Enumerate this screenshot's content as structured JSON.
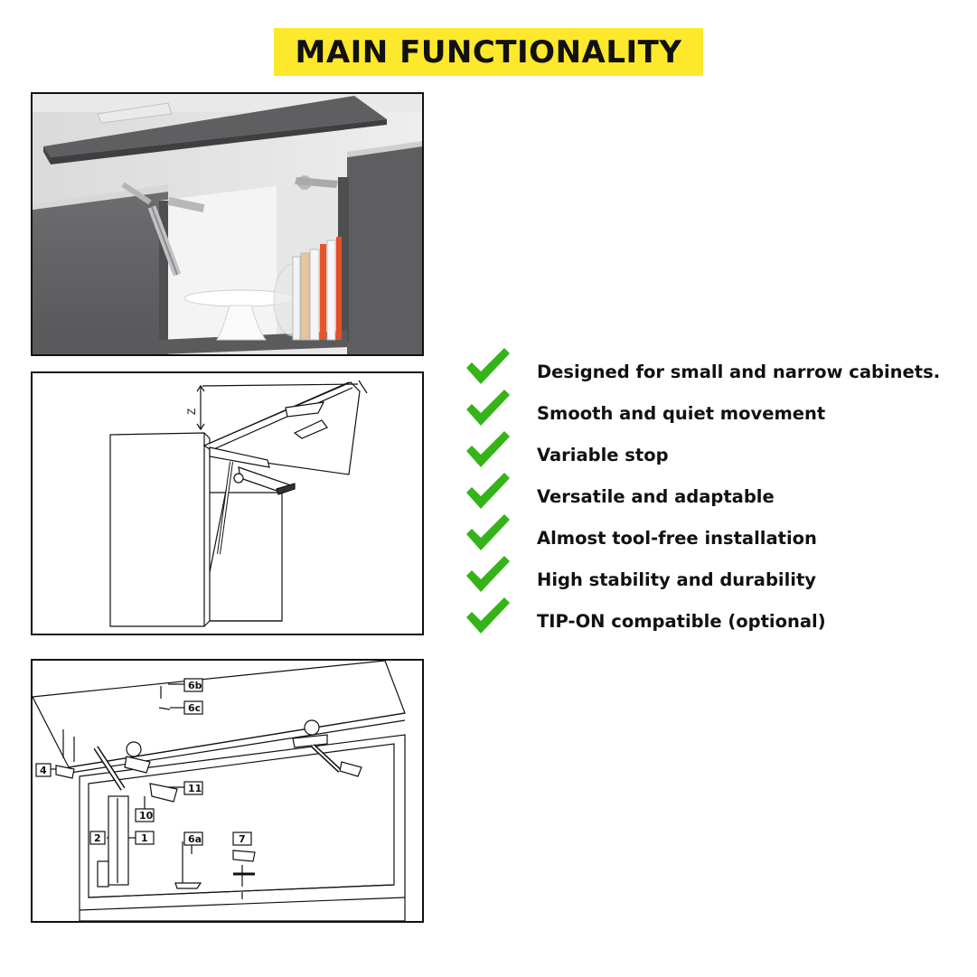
{
  "header": {
    "title": "MAIN FUNCTIONALITY"
  },
  "colors": {
    "banner": "#fde82b",
    "check": "#35b418",
    "text": "#111111"
  },
  "diagram": {
    "dimension_label": "Z",
    "callouts": [
      "6b",
      "6c",
      "4",
      "11",
      "10",
      "2",
      "1",
      "6a",
      "7"
    ]
  },
  "features": [
    {
      "text": "Designed for small and narrow cabinets.",
      "icon": "check-icon"
    },
    {
      "text": "Smooth and quiet movement",
      "icon": "check-icon"
    },
    {
      "text": "Variable stop",
      "icon": "check-icon"
    },
    {
      "text": "Versatile and adaptable",
      "icon": "check-icon"
    },
    {
      "text": "Almost tool-free installation",
      "icon": "check-icon"
    },
    {
      "text": "High stability and durability",
      "icon": "check-icon"
    },
    {
      "text": "TIP-ON compatible (optional)",
      "icon": "check-icon"
    }
  ]
}
